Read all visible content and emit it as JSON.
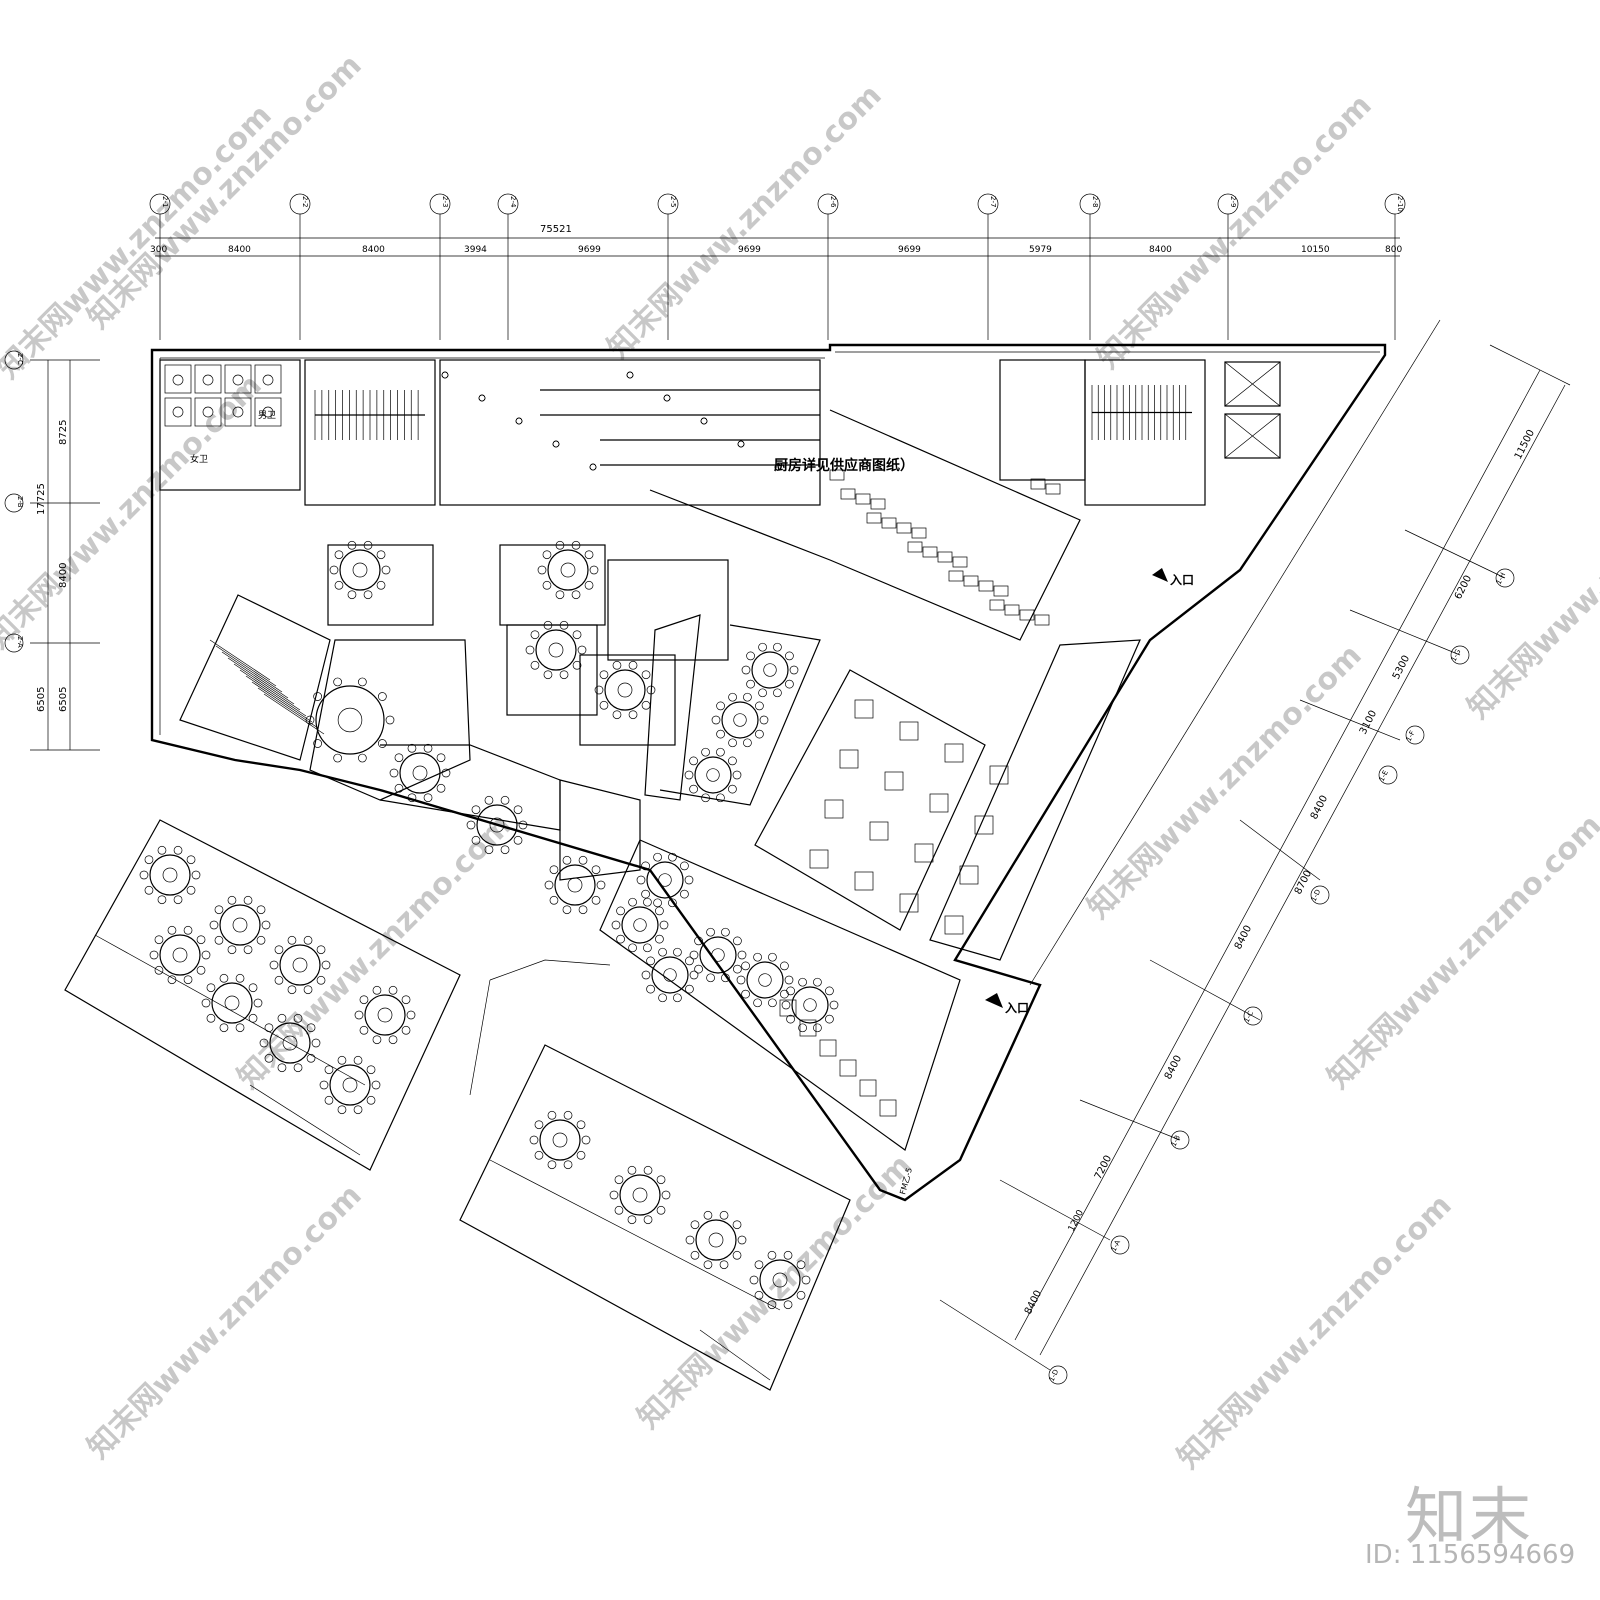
{
  "grid_top": {
    "total": "75521",
    "axes": [
      "2-1",
      "2-2",
      "2-3",
      "2-4",
      "2-5",
      "2-6",
      "2-7",
      "2-8",
      "2-9",
      "2-10"
    ],
    "spans": [
      "300",
      "8400",
      "8400",
      "3994",
      "9699",
      "9699",
      "9699",
      "5979",
      "8400",
      "10150",
      "800"
    ]
  },
  "grid_left": {
    "total": "17725",
    "axes": [
      "2-C",
      "2-B",
      "2-A"
    ],
    "spans": [
      "8725",
      "8400",
      "6505"
    ],
    "extra": "6505"
  },
  "grid_right": {
    "total": "11500",
    "axes": [
      "1-H",
      "1-G",
      "1-F",
      "1-E",
      "1-D",
      "1-C",
      "1-B",
      "1-A",
      "1-D"
    ],
    "spans": [
      "6200",
      "5300",
      "3100",
      "8400",
      "8400",
      "8400",
      "7200",
      "1200",
      "8400"
    ],
    "extra": "8700"
  },
  "labels": {
    "kitchen_note": "厨房详见供应商图纸）",
    "entrance_1": "入口",
    "entrance_2": "入口",
    "female_toilet": "女卫",
    "male_toilet": "男卫",
    "fm_tag": "FM乙-5"
  },
  "watermark": "知末网www.znzmo.com",
  "brand": {
    "logo_text": "知末",
    "image_id": "ID: 1156594669"
  }
}
